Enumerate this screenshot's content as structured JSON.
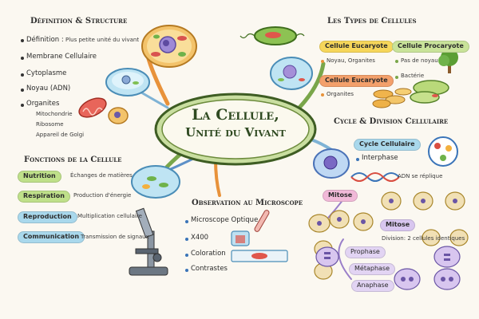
{
  "title": {
    "line1": "La Cellule,",
    "line2": "Unité du Vivant"
  },
  "definition": {
    "header": "Définition & Structure",
    "items": [
      {
        "label": "Définition :",
        "note": "Plus petite unité du vivant"
      },
      {
        "label": "Membrane Cellulaire"
      },
      {
        "label": "Cytoplasme"
      },
      {
        "label": "Noyau (ADN)"
      },
      {
        "label": "Organites"
      }
    ],
    "organites": [
      "Mitochondrie",
      "Ribosome",
      "Appareil de Golgi"
    ]
  },
  "types": {
    "header": "Les Types de Cellules",
    "eucaryote1": "Cellule Eucaryote",
    "eucaryote1_note": "Noyau, Organites",
    "procaryote": "Cellule Procaryote",
    "procaryote_notes": [
      "Pas de noyau",
      "Bactérie"
    ],
    "eucaryote2": "Cellule Eucaryote",
    "eucaryote2_note": "Organites"
  },
  "fonctions": {
    "header": "Fonctions de la Cellule",
    "items": [
      {
        "label": "Nutrition",
        "note": "Échanges de matières"
      },
      {
        "label": "Respiration",
        "note": "Production d'énergie"
      },
      {
        "label": "Reproduction",
        "note": "Multiplication cellulaire"
      },
      {
        "label": "Communication",
        "note": "Transmission de signaux"
      }
    ]
  },
  "observation": {
    "header": "Observation au Microscope",
    "items": [
      "Microscope Optique",
      "X400",
      "Coloration",
      "Contrastes"
    ]
  },
  "cycle": {
    "header": "Cycle & Division Cellulaire",
    "cycle_label": "Cycle Cellulaire",
    "interphase": "Interphase",
    "adn": "ADN se réplique",
    "mitose1": "Mitose",
    "mitose2": "Mitose",
    "division": "Division: 2 cellules identiques",
    "phases": [
      "Prophase",
      "Métaphase",
      "Anaphase"
    ]
  },
  "colors": {
    "green": "#4f7a2a",
    "yellow_pill": "#f6d65a",
    "orange_pill": "#f3a06b",
    "blue_pill": "#a9d8ec",
    "pink_pill": "#f1b9d8",
    "purple_pill": "#d8c6ef"
  }
}
